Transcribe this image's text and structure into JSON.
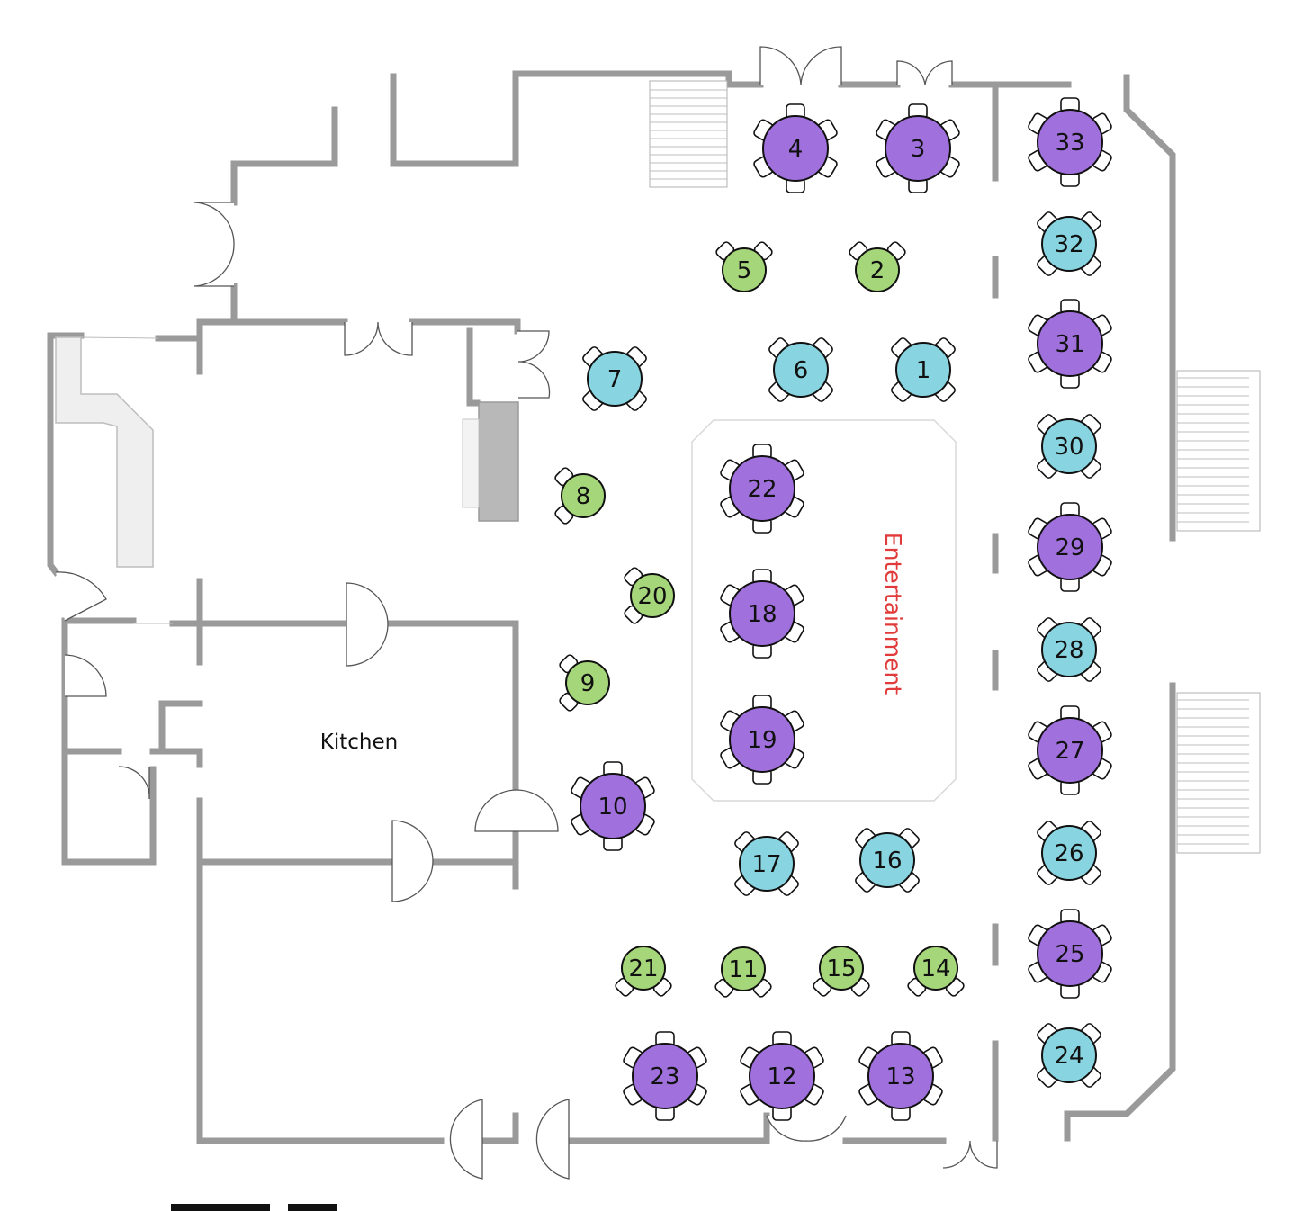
{
  "rooms": {
    "kitchen_label": "Kitchen",
    "entertainment_label": "Entertainment",
    "entertainment_color": "#e03a3a"
  },
  "colors": {
    "round8": "#a070dd",
    "round6": "#88d4e0",
    "round4": "#a5d67a",
    "wall": "#9a9a9a"
  },
  "tables": [
    {
      "number": "1",
      "type": "round6"
    },
    {
      "number": "2",
      "type": "round4"
    },
    {
      "number": "3",
      "type": "round8"
    },
    {
      "number": "4",
      "type": "round8"
    },
    {
      "number": "5",
      "type": "round4"
    },
    {
      "number": "6",
      "type": "round6"
    },
    {
      "number": "7",
      "type": "round6"
    },
    {
      "number": "8",
      "type": "round4"
    },
    {
      "number": "9",
      "type": "round4"
    },
    {
      "number": "10",
      "type": "round8"
    },
    {
      "number": "11",
      "type": "round4"
    },
    {
      "number": "12",
      "type": "round8"
    },
    {
      "number": "13",
      "type": "round8"
    },
    {
      "number": "14",
      "type": "round4"
    },
    {
      "number": "15",
      "type": "round4"
    },
    {
      "number": "16",
      "type": "round6"
    },
    {
      "number": "17",
      "type": "round6"
    },
    {
      "number": "18",
      "type": "round8"
    },
    {
      "number": "19",
      "type": "round8"
    },
    {
      "number": "20",
      "type": "round4"
    },
    {
      "number": "21",
      "type": "round4"
    },
    {
      "number": "22",
      "type": "round8"
    },
    {
      "number": "23",
      "type": "round8"
    },
    {
      "number": "24",
      "type": "round6"
    },
    {
      "number": "25",
      "type": "round8"
    },
    {
      "number": "26",
      "type": "round6"
    },
    {
      "number": "27",
      "type": "round8"
    },
    {
      "number": "28",
      "type": "round6"
    },
    {
      "number": "29",
      "type": "round8"
    },
    {
      "number": "30",
      "type": "round6"
    },
    {
      "number": "31",
      "type": "round8"
    },
    {
      "number": "32",
      "type": "round6"
    },
    {
      "number": "33",
      "type": "round8"
    }
  ]
}
